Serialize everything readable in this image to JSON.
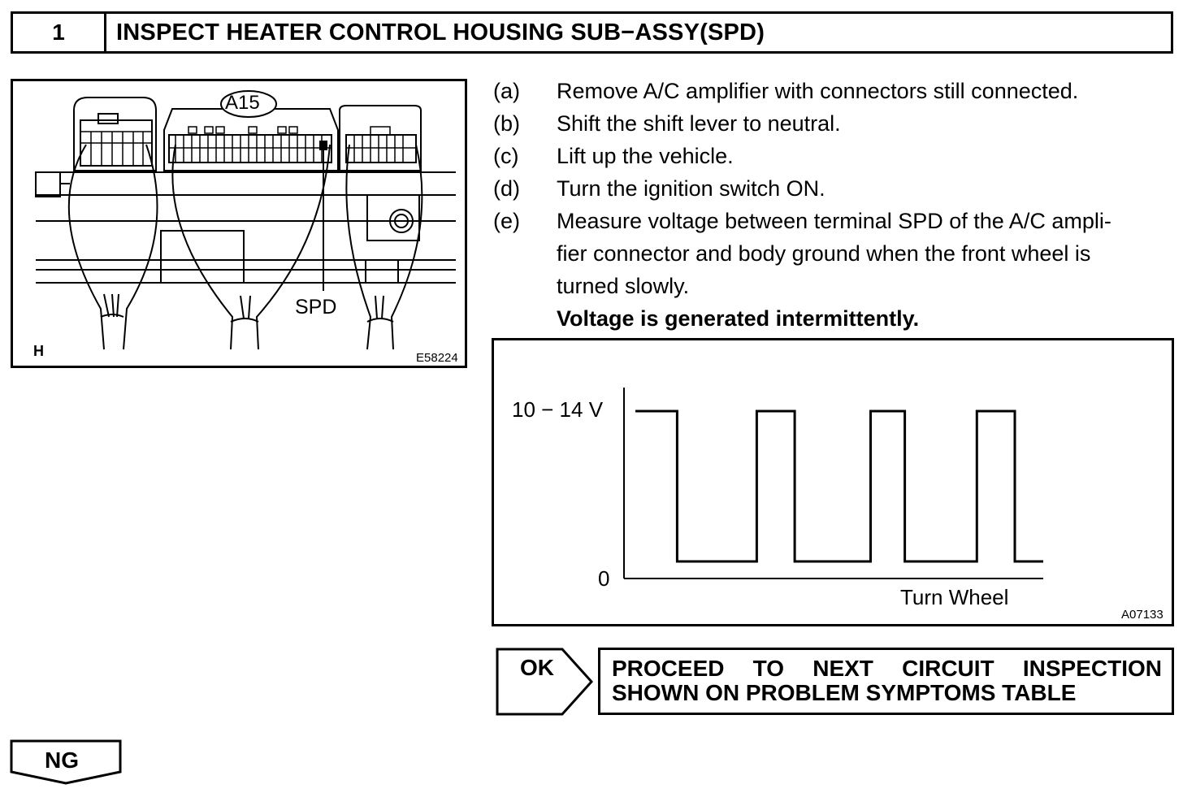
{
  "header": {
    "step_number": "1",
    "title": "INSPECT HEATER CONTROL HOUSING SUB−ASSY(SPD)"
  },
  "figure1": {
    "connector_label": "A15",
    "terminal_label": "SPD",
    "corner_label": "H",
    "figure_code": "E58224"
  },
  "steps": [
    {
      "letter": "(a)",
      "text": "Remove A/C amplifier with connectors still connected."
    },
    {
      "letter": "(b)",
      "text": "Shift the shift lever to neutral."
    },
    {
      "letter": "(c)",
      "text": "Lift up the vehicle."
    },
    {
      "letter": "(d)",
      "text": "Turn the ignition switch ON."
    },
    {
      "letter": "(e)",
      "text_lines": [
        "Measure voltage between terminal SPD of the A/C ampli-",
        "fier connector and body ground when the front wheel is",
        "turned slowly."
      ]
    }
  ],
  "spec": "Voltage is generated intermittently.",
  "figure2": {
    "high_label": "10 − 14 V",
    "low_label": "0",
    "x_label": "Turn Wheel",
    "figure_code": "A07133",
    "waveform": {
      "levels": {
        "high": 1,
        "low": 0
      },
      "segments": [
        {
          "level": "high",
          "length": 2.2
        },
        {
          "level": "low",
          "length": 4.2
        },
        {
          "level": "high",
          "length": 2.0
        },
        {
          "level": "low",
          "length": 4.0
        },
        {
          "level": "high",
          "length": 1.8
        },
        {
          "level": "low",
          "length": 3.8
        },
        {
          "level": "high",
          "length": 2.0
        },
        {
          "level": "low",
          "length": 1.5
        }
      ]
    }
  },
  "result_ok": {
    "label": "OK",
    "line1": [
      "PROCEED",
      "TO",
      "NEXT",
      "CIRCUIT",
      "INSPECTION"
    ],
    "line2": "SHOWN ON PROBLEM SYMPTOMS TABLE"
  },
  "result_ng": {
    "label": "NG"
  }
}
